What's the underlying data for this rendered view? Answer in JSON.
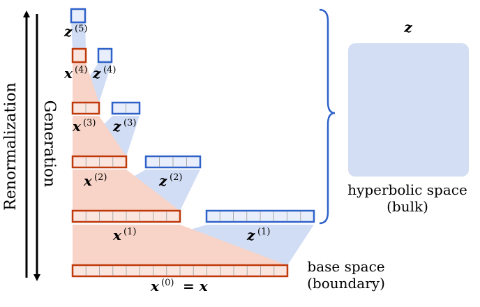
{
  "labels": {
    "renormalization": "Renormalization",
    "generation": "Generation",
    "z_top": "z",
    "hyperbolic_line1": "hyperbolic space",
    "hyperbolic_line2": "(bulk)",
    "base_line1": "base space",
    "base_line2": "(boundary)",
    "x0_eq": "= x"
  },
  "layer_labels": [
    {
      "id": "z5",
      "var": "z",
      "sup": "(5)"
    },
    {
      "id": "x4",
      "var": "x",
      "sup": "(4)"
    },
    {
      "id": "z4",
      "var": "z",
      "sup": "(4)"
    },
    {
      "id": "x3",
      "var": "x",
      "sup": "(3)"
    },
    {
      "id": "z3",
      "var": "z",
      "sup": "(3)"
    },
    {
      "id": "x2",
      "var": "x",
      "sup": "(2)"
    },
    {
      "id": "z2",
      "var": "z",
      "sup": "(2)"
    },
    {
      "id": "x1",
      "var": "x",
      "sup": "(1)"
    },
    {
      "id": "z1",
      "var": "z",
      "sup": "(1)"
    },
    {
      "id": "x0",
      "var": "x",
      "sup": "(0)"
    }
  ],
  "colors": {
    "red": "#c0390b",
    "red_fill": "#fbe6df",
    "blue": "#2f62c9",
    "blue_fill": "#e8eefb",
    "red_shade": "#f2b8a3",
    "blue_shade": "#b4c8ee",
    "panel": "#d3ddf3",
    "brace": "#2f62c9"
  }
}
